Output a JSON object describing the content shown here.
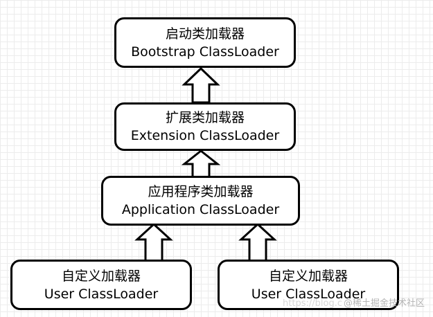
{
  "boxes": {
    "bootstrap": {
      "zh": "启动类加载器",
      "en": "Bootstrap ClassLoader"
    },
    "extension": {
      "zh": "扩展类加载器",
      "en": "Extension ClassLoader"
    },
    "application": {
      "zh": "应用程序类加载器",
      "en": "Application ClassLoader"
    },
    "user1": {
      "zh": "自定义加载器",
      "en": "User ClassLoader"
    },
    "user2": {
      "zh": "自定义加载器",
      "en": "User ClassLoader"
    }
  },
  "watermark": {
    "url": "https://blog.c",
    "text": "@稀土掘金技术社区"
  }
}
